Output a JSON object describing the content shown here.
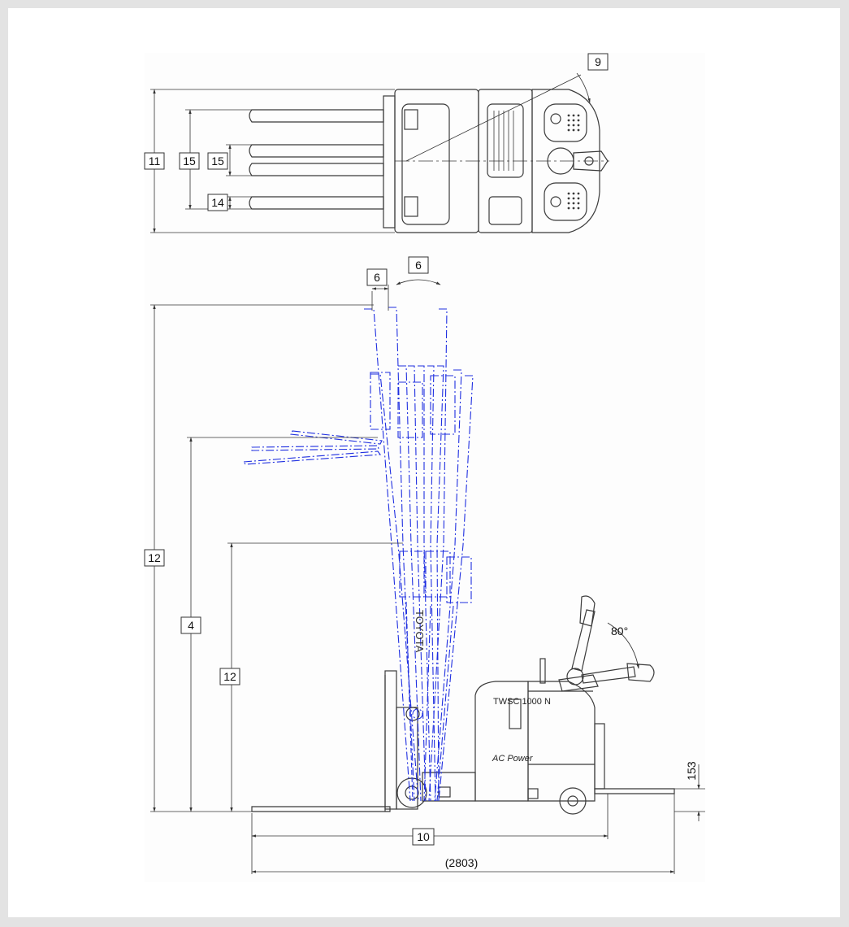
{
  "top_view": {
    "callouts": {
      "overall_width": "11",
      "fork_spread_outer": "15",
      "fork_spread_inner": "15",
      "fork_width": "14",
      "handle_clearance": "9"
    }
  },
  "side_view": {
    "callouts": {
      "tilt_forward": "6",
      "tilt_back": "6",
      "max_height": "12",
      "lift_height": "4",
      "lowered_height": "12",
      "wheelbase": "10",
      "overall_length": "(2803)",
      "fork_thickness": "153",
      "handle_angle": "80°"
    },
    "mast_brand": "TOYOTA",
    "model_badge": "TWSC 1000 N",
    "script_badge": "AC Power"
  },
  "colors": {
    "drawing_line": "#3a3a3a",
    "mast_overlay": "#1f2fe0",
    "dimension_line": "#333333",
    "background": "#ffffff"
  }
}
